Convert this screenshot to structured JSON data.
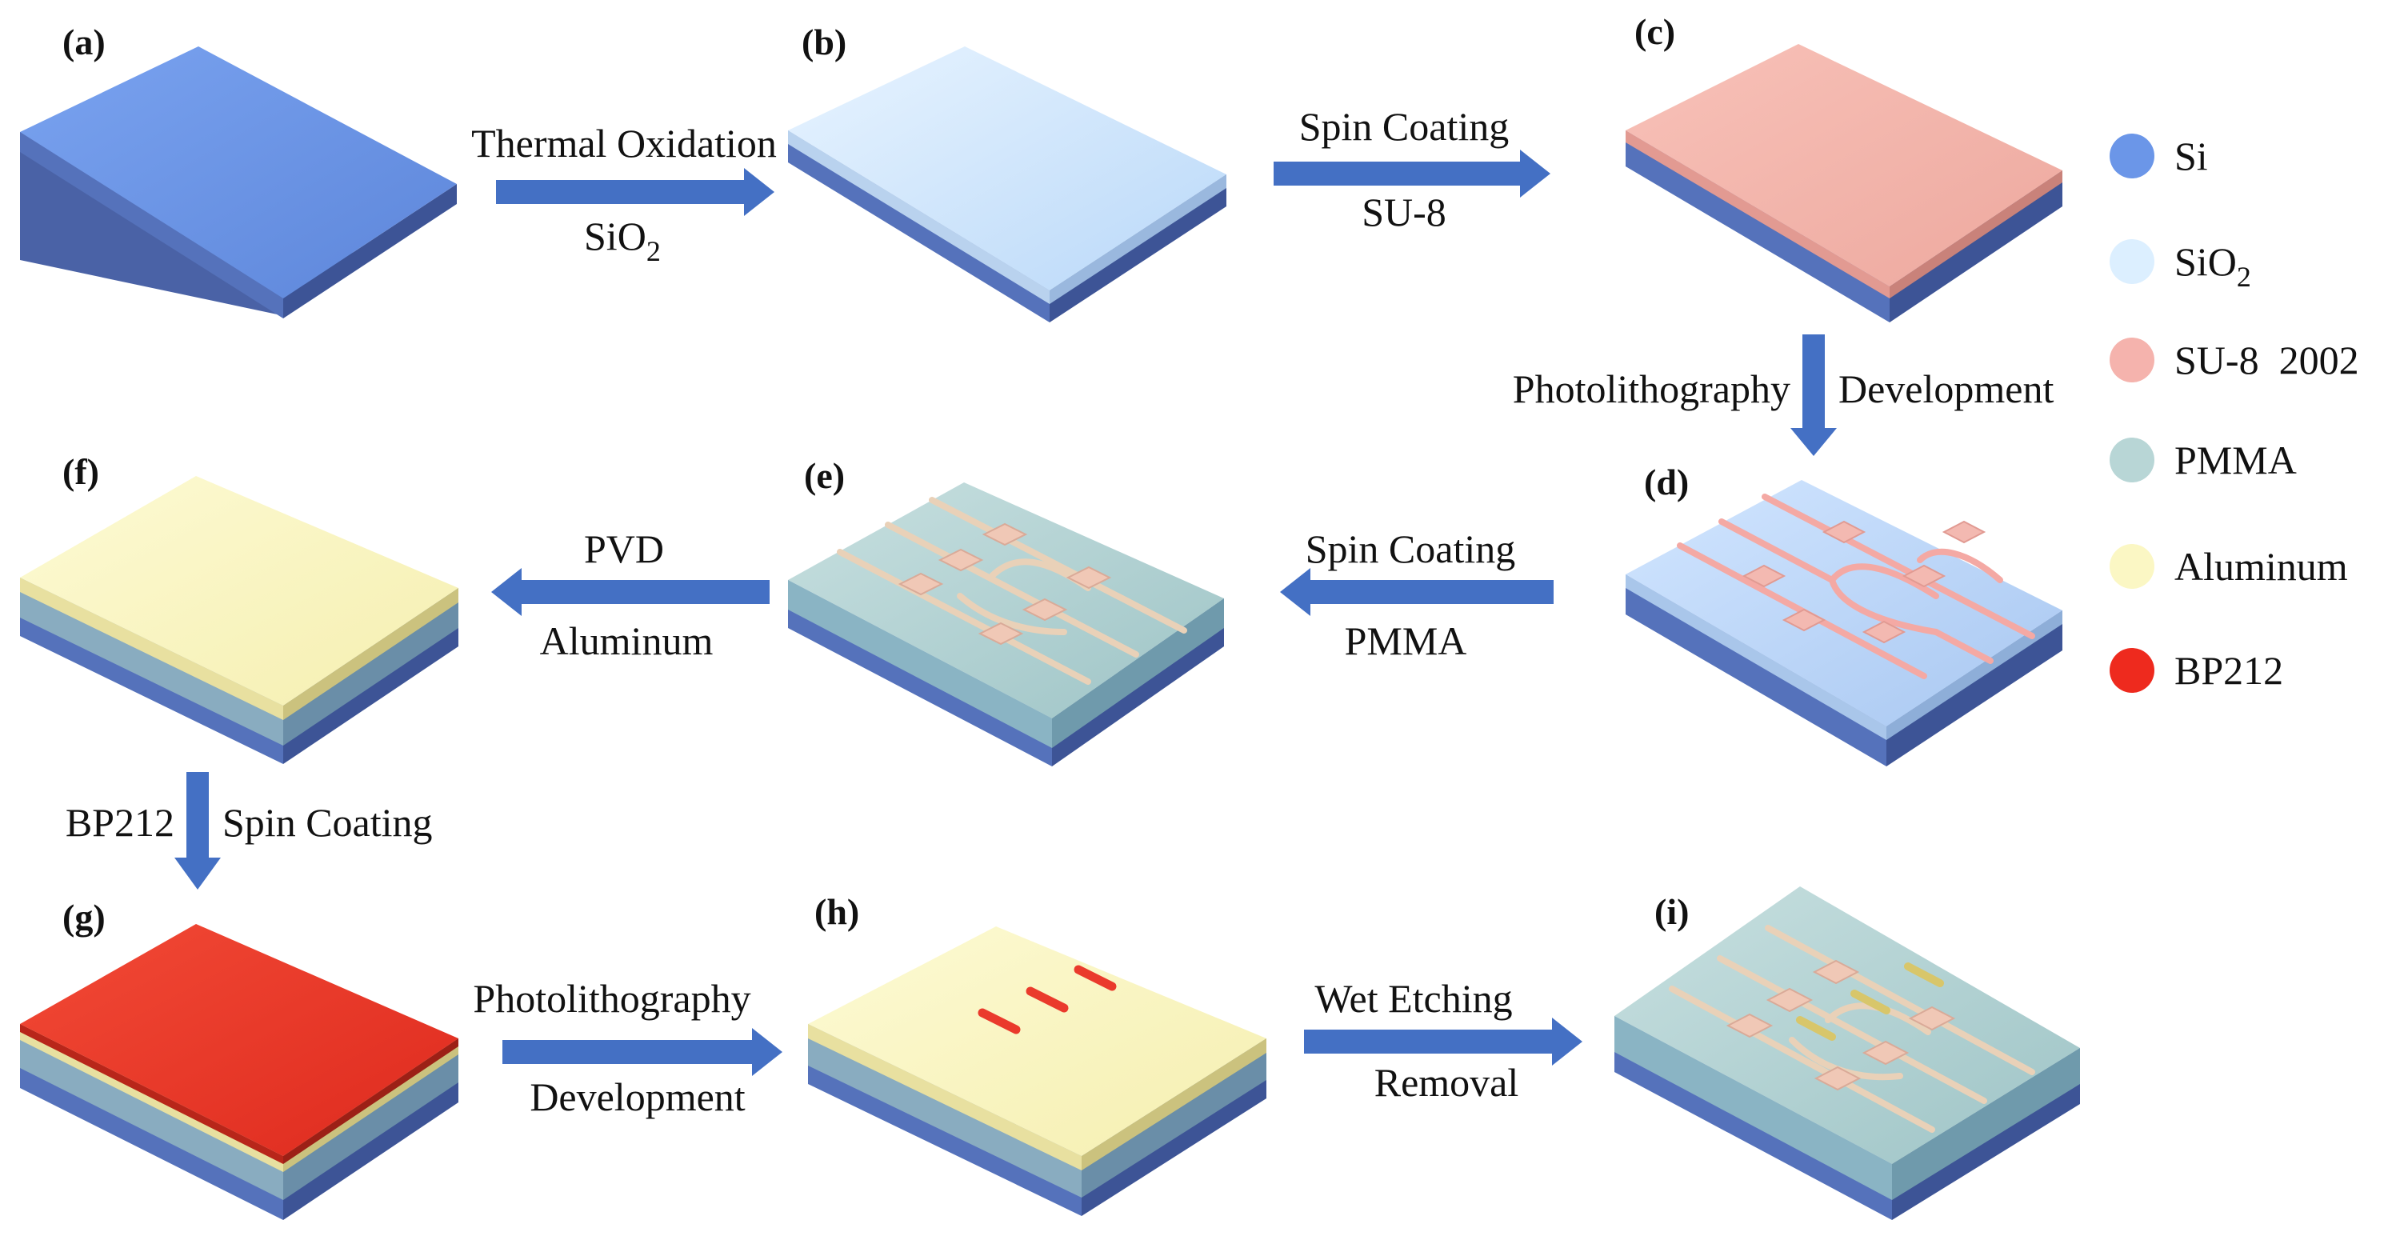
{
  "panels": {
    "a": "(a)",
    "b": "(b)",
    "c": "(c)",
    "d": "(d)",
    "e": "(e)",
    "f": "(f)",
    "g": "(g)",
    "h": "(h)",
    "i": "(i)"
  },
  "steps": {
    "a_b": {
      "top": "Thermal Oxidation",
      "bottom_main": "SiO",
      "bottom_sub": "2"
    },
    "b_c": {
      "top": "Spin Coating",
      "bottom": "SU-8"
    },
    "c_d": {
      "left": "Photolithography",
      "right": "Development"
    },
    "d_e": {
      "top": "Spin Coating",
      "bottom": "PMMA"
    },
    "e_f": {
      "top": "PVD",
      "bottom": "Aluminum"
    },
    "f_g": {
      "left": "BP212",
      "right": "Spin Coating"
    },
    "g_h": {
      "top": "Photolithography",
      "bottom": "Development"
    },
    "h_i": {
      "top": "Wet Etching",
      "bottom": "Removal"
    }
  },
  "legend": [
    {
      "label": "Si",
      "color": "#6b96e8"
    },
    {
      "label": "SiO",
      "sub": "2",
      "color": "#dcefff"
    },
    {
      "label": "SU-8  2002",
      "color": "#f5b3ad"
    },
    {
      "label": "PMMA",
      "color": "#b8d6d6"
    },
    {
      "label": "Aluminum",
      "color": "#fbf7c4"
    },
    {
      "label": "BP212",
      "color": "#ee2a1e"
    }
  ],
  "colors": {
    "arrow": "#4470c4",
    "si": "#6b96e8",
    "sio2": "#dcefff",
    "su8": "#f5b3ad",
    "pmma": "#b8d6d6",
    "aluminum": "#fbf7c4",
    "bp212": "#ee2a1e"
  }
}
